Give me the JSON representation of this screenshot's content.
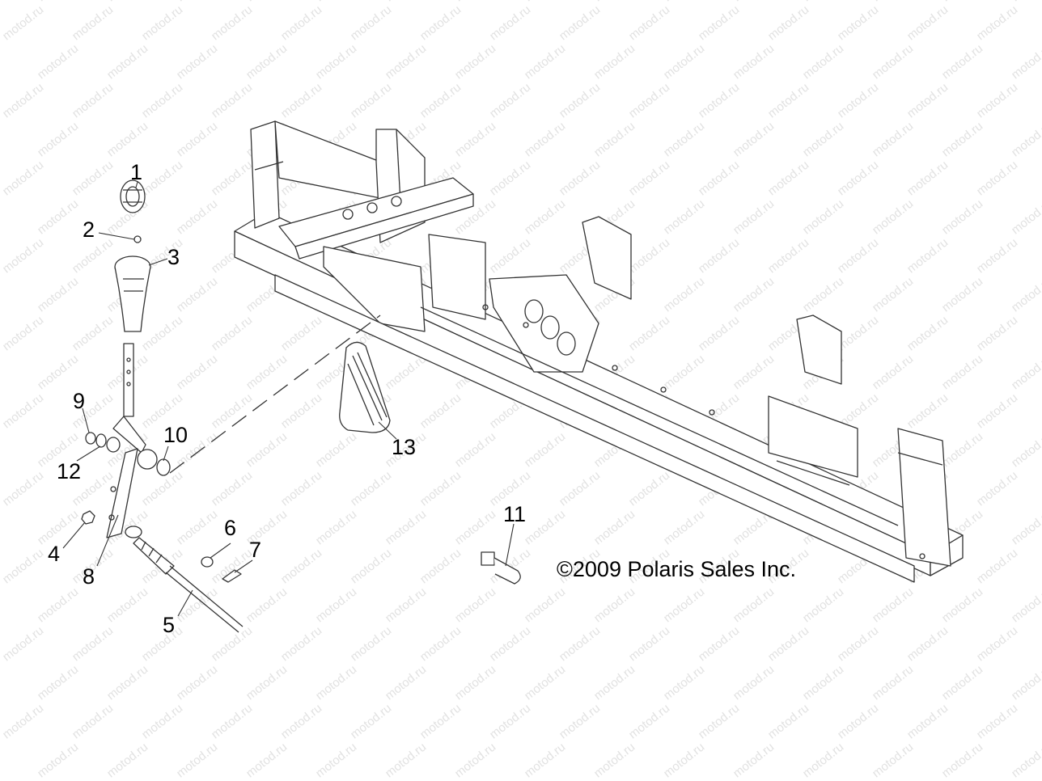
{
  "watermark": "motod.ru",
  "copyright": "©2009 Polaris Sales Inc.",
  "callouts": {
    "c1": "1",
    "c2": "2",
    "c3": "3",
    "c4": "4",
    "c5": "5",
    "c6": "6",
    "c7": "7",
    "c8": "8",
    "c9": "9",
    "c10": "10",
    "c11": "11",
    "c12": "12",
    "c13": "13"
  },
  "colors": {
    "line": "#333333",
    "watermark": "#e2e2e2"
  }
}
